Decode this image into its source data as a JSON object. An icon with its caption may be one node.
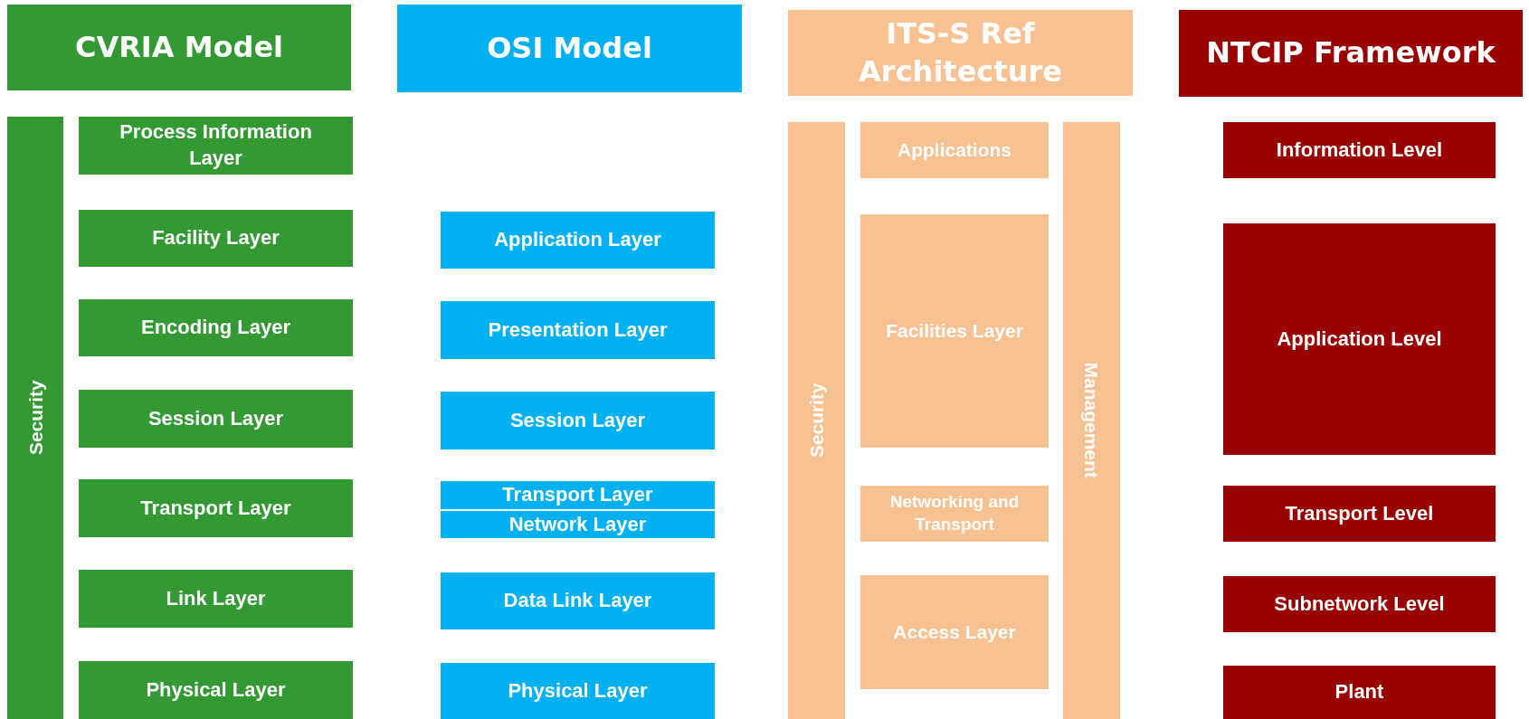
{
  "diagram": {
    "nodes": [
      {
        "text": [
          "CVRIA Model"
        ]
      },
      {
        "text": [
          "Security"
        ]
      },
      {
        "text": [
          "Process Information Layer"
        ]
      },
      {
        "text": [
          "Facility Layer"
        ]
      },
      {
        "text": [
          "Encoding Layer"
        ]
      },
      {
        "text": [
          "Session Layer"
        ]
      },
      {
        "text": [
          "Transport Layer"
        ]
      },
      {
        "text": [
          "Link Layer"
        ]
      },
      {
        "text": [
          "Physical Layer"
        ]
      },
      {
        "text": [
          "OSI Model"
        ]
      },
      {
        "text": [
          "Application Layer"
        ]
      },
      {
        "text": [
          "Presentation Layer"
        ]
      },
      {
        "text": [
          "Session Layer"
        ]
      },
      {
        "text": [
          "Transport Layer"
        ]
      },
      {
        "text": [
          "Network Layer"
        ]
      },
      {
        "text": [
          "Data Link Layer"
        ]
      },
      {
        "text": [
          "Physical Layer"
        ]
      },
      {
        "text": [
          "ITS-S Ref Architecture"
        ]
      },
      {
        "text": [
          "Security"
        ]
      },
      {
        "text": [
          "Applications"
        ]
      },
      {
        "text": [
          "Facilities Layer"
        ]
      },
      {
        "text": [
          "Networking and Transport"
        ]
      },
      {
        "text": [
          "Access Layer"
        ]
      },
      {
        "text": [
          "Management"
        ]
      },
      {
        "text": [
          "NTCIP Framework"
        ]
      },
      {
        "text": [
          "Information Level"
        ]
      },
      {
        "text": [
          "Application Level"
        ]
      },
      {
        "text": [
          "Transport Level"
        ]
      },
      {
        "text": [
          "Subnetwork Level"
        ]
      },
      {
        "text": [
          "Plant"
        ]
      }
    ]
  }
}
